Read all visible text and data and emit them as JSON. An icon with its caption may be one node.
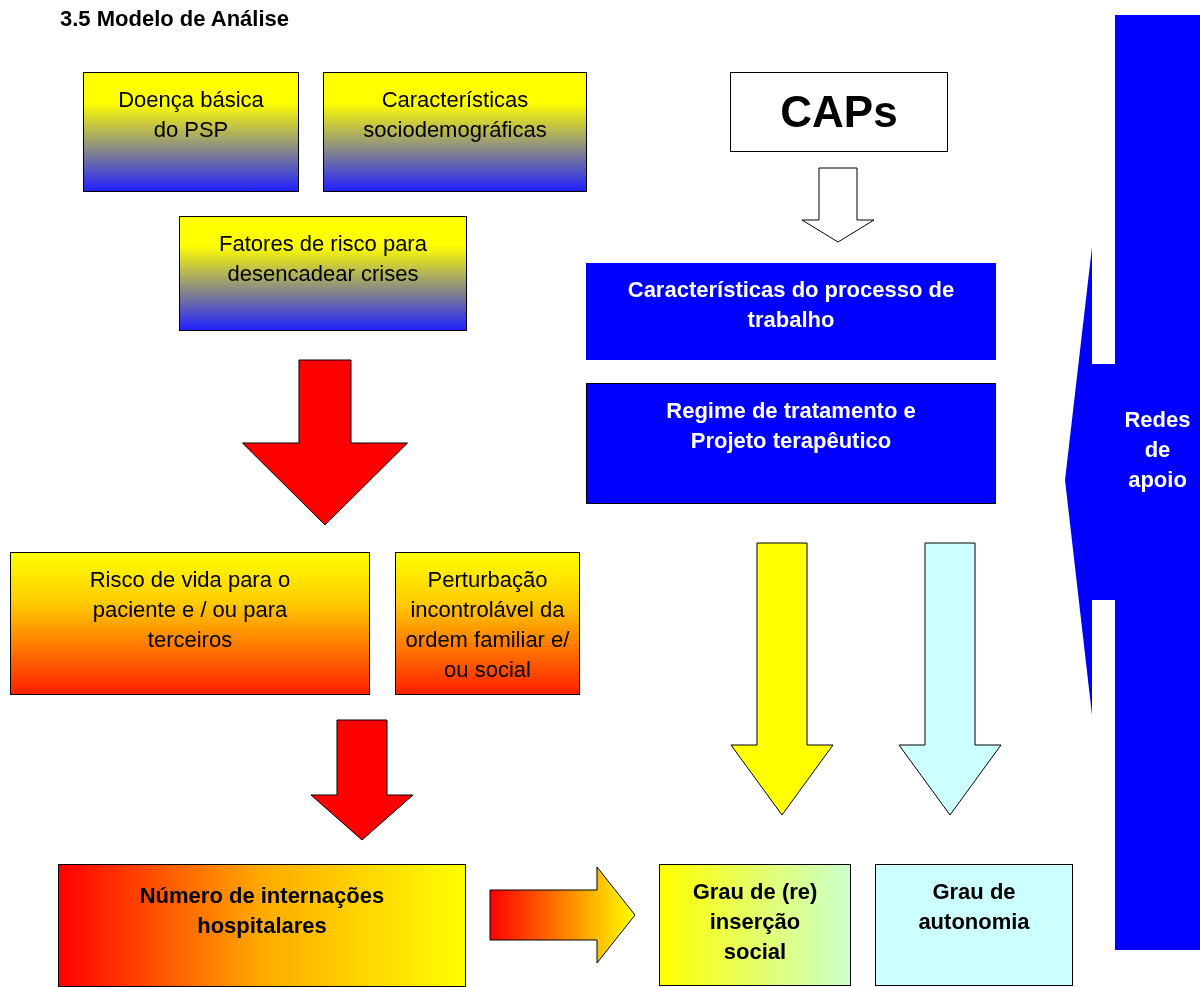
{
  "diagram": {
    "title": "3.5 Modelo de Análise",
    "nodes": [
      {
        "text": [
          "Doença básica do PSP"
        ]
      },
      {
        "text": [
          "Características sociodemográficas"
        ]
      },
      {
        "text": [
          "Fatores de risco para desencadear crises"
        ]
      },
      {
        "text": [
          "CAPs"
        ]
      },
      {
        "text": [
          "Características do processo de trabalho"
        ]
      },
      {
        "text": [
          "Regime de tratamento e Projeto terapêutico"
        ]
      },
      {
        "text": [
          "Redes de apoio"
        ]
      },
      {
        "text": [
          "Risco de vida para o paciente e / ou para terceiros"
        ]
      },
      {
        "text": [
          "Perturbação incontrolável da ordem familiar e/ ou social"
        ]
      },
      {
        "text": [
          "Número de internações hospitalares"
        ]
      },
      {
        "text": [
          "Grau de (re) inserção social"
        ]
      },
      {
        "text": [
          "Grau de autonomia"
        ]
      }
    ],
    "edges": [
      {
        "from": 2,
        "to": 7,
        "arrow": "to",
        "style": "thick",
        "color": "#ff0000"
      },
      {
        "from": 7,
        "to": 9,
        "arrow": "to",
        "style": "thick",
        "color": "#ff0000"
      },
      {
        "from": 9,
        "to": 10,
        "arrow": "to",
        "style": "thick",
        "color": "#ffff00"
      },
      {
        "from": 3,
        "to": 4,
        "arrow": "to",
        "style": "thick",
        "color": "#ffffff"
      },
      {
        "from": 5,
        "to": 10,
        "arrow": "to",
        "style": "thick",
        "color": "#ffff00"
      },
      {
        "from": 5,
        "to": 11,
        "arrow": "to",
        "style": "thick",
        "color": "#ccffff"
      }
    ]
  }
}
